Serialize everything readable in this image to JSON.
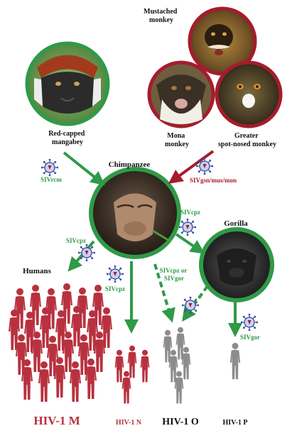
{
  "title": "",
  "primates": {
    "mustached": "Mustached\nmonkey",
    "red_capped": "Red-capped\nmangabey",
    "mona": "Mona\nmonkey",
    "greater": "Greater\nspot-nosed monkey",
    "chimpanzee": "Chimpanzee",
    "gorilla": "Gorilla",
    "humans": "Humans"
  },
  "viruses": {
    "sivrcm": "SIVrcm",
    "sivgsn": "SIVgsn/mus/mon",
    "sivcpz_right": "SIVcpz",
    "sivcpz_left": "SIVcpz",
    "sivcpz_mid": "SIVcpz",
    "sivcpz_or_sivgor": "SIVcpz or\nSIVgor",
    "sivgor": "SIVgor"
  },
  "groups": {
    "m": "HIV-1 M",
    "n": "HIV-1 N",
    "o": "HIV-1 O",
    "p": "HIV-1 P"
  },
  "colors": {
    "green": "#2f9a48",
    "red": "#a51c2c",
    "human_red": "#b8313f",
    "human_grey": "#8c8c8c",
    "virus": "#3a4f9e"
  }
}
